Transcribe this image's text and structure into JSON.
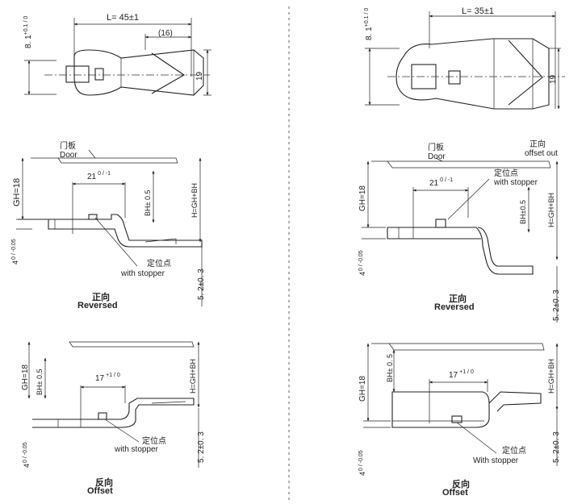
{
  "left": {
    "top": {
      "length": "L= 45±1",
      "sub": "(16)",
      "thickness": "8. 1",
      "thickness_tol": "+0.1 / 0",
      "width": "19"
    },
    "mid": {
      "door_cn": "门板",
      "door_en": "Door",
      "gh": "GH=18",
      "dim21": "21",
      "dim21_tol": "0 / -1",
      "bh": "BH± 0.5",
      "h": "H=GH+BH",
      "stopper_cn": "定位点",
      "stopper_en": "with stopper",
      "dim4": "4",
      "dim4_tol": "0 / -0.05",
      "dim52": "5. 2±0. 3",
      "caption_cn": "正向",
      "caption_en": "Reversed"
    },
    "bot": {
      "gh": "GH=18",
      "bh": "BH± 0.5",
      "dim17": "17",
      "dim17_tol": "+1 / 0",
      "h": "H=GH+BH",
      "stopper_cn": "定位点",
      "stopper_en": "with stopper",
      "dim4": "4",
      "dim4_tol": "0 / -0.05",
      "dim52": "5. 2±0. 3",
      "caption_cn": "反向",
      "caption_en": "Offset"
    }
  },
  "right": {
    "top": {
      "length": "L= 35±1",
      "thickness": "8. 1",
      "thickness_tol": "+0.1 / 0",
      "width": "19"
    },
    "mid": {
      "door_cn": "门板",
      "door_en": "Door",
      "offset_cn": "正向",
      "offset_en": "offset out",
      "gh": "GH=18",
      "dim21": "21",
      "dim21_tol": "0 / -1",
      "stopper_cn": "定位点",
      "stopper_en": "with stopper",
      "bh": "BH±0.5",
      "h": "H=GH+BH",
      "dim4": "4",
      "dim4_tol": "0 / -0.05",
      "dim52": "5. 2±0. 3",
      "caption_cn": "正向",
      "caption_en": "Reversed"
    },
    "bot": {
      "gh": "GH=18",
      "bh": "BH± 0. 5",
      "dim17": "17",
      "dim17_tol": "+1 / 0",
      "h": "H=GH+BH",
      "stopper_cn": "定位点",
      "stopper_en": "With stopper",
      "dim4": "4",
      "dim4_tol": "0 / -0.05",
      "dim52": "5. 2±0. 3",
      "caption_cn": "反向",
      "caption_en": "Offset"
    }
  }
}
